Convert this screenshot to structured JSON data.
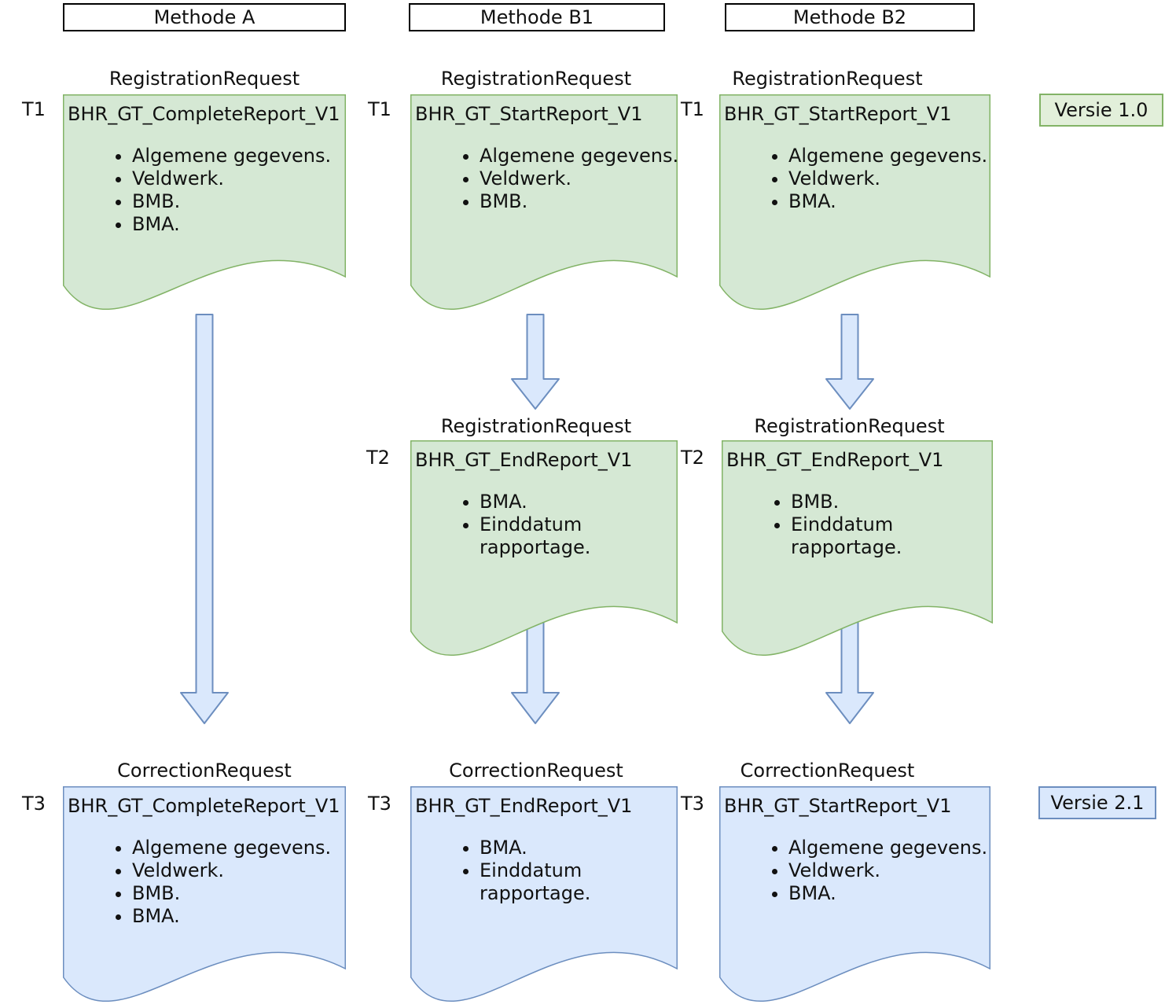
{
  "diagram": {
    "columns": [
      {
        "header": "Methode A"
      },
      {
        "header": "Methode B1"
      },
      {
        "header": "Methode B2"
      }
    ],
    "documents": [
      {
        "time": "T1",
        "request": "RegistrationRequest",
        "title": "BHR_GT_CompleteReport_V1",
        "bullets": [
          "Algemene gegevens.",
          "Veldwerk.",
          "BMB.",
          "BMA."
        ],
        "color": "green"
      },
      {
        "time": "T1",
        "request": "RegistrationRequest",
        "title": "BHR_GT_StartReport_V1",
        "bullets": [
          "Algemene gegevens.",
          "Veldwerk.",
          "BMB."
        ],
        "color": "green"
      },
      {
        "time": "T1",
        "request": "RegistrationRequest",
        "title": "BHR_GT_StartReport_V1",
        "bullets": [
          "Algemene gegevens.",
          "Veldwerk.",
          "BMA."
        ],
        "color": "green"
      },
      {
        "time": "T2",
        "request": "RegistrationRequest",
        "title": "BHR_GT_EndReport_V1",
        "bullets": [
          "BMA.",
          "Einddatum\nrapportage."
        ],
        "color": "green"
      },
      {
        "time": "T2",
        "request": "RegistrationRequest",
        "title": "BHR_GT_EndReport_V1",
        "bullets": [
          "BMB.",
          "Einddatum\nrapportage."
        ],
        "color": "green"
      },
      {
        "time": "T3",
        "request": "CorrectionRequest",
        "title": "BHR_GT_CompleteReport_V1",
        "bullets": [
          "Algemene gegevens.",
          "Veldwerk.",
          "BMB.",
          "BMA."
        ],
        "color": "blue"
      },
      {
        "time": "T3",
        "request": "CorrectionRequest",
        "title": "BHR_GT_EndReport_V1",
        "bullets": [
          "BMA.",
          "Einddatum\nrapportage."
        ],
        "color": "blue"
      },
      {
        "time": "T3",
        "request": "CorrectionRequest",
        "title": "BHR_GT_StartReport_V1",
        "bullets": [
          "Algemene gegevens.",
          "Veldwerk.",
          "BMA."
        ],
        "color": "blue"
      }
    ],
    "version_badges": [
      {
        "label": "Versie 1.0",
        "color": "green"
      },
      {
        "label": "Versie 2.1",
        "color": "blue"
      }
    ],
    "colors": {
      "doc_green_fill": "#d5e8d4",
      "doc_green_stroke": "#82b366",
      "doc_blue_fill": "#dae8fc",
      "doc_blue_stroke": "#6c8ebf",
      "arrow_fill": "#dae8fc",
      "arrow_stroke": "#6c8ebf"
    }
  }
}
